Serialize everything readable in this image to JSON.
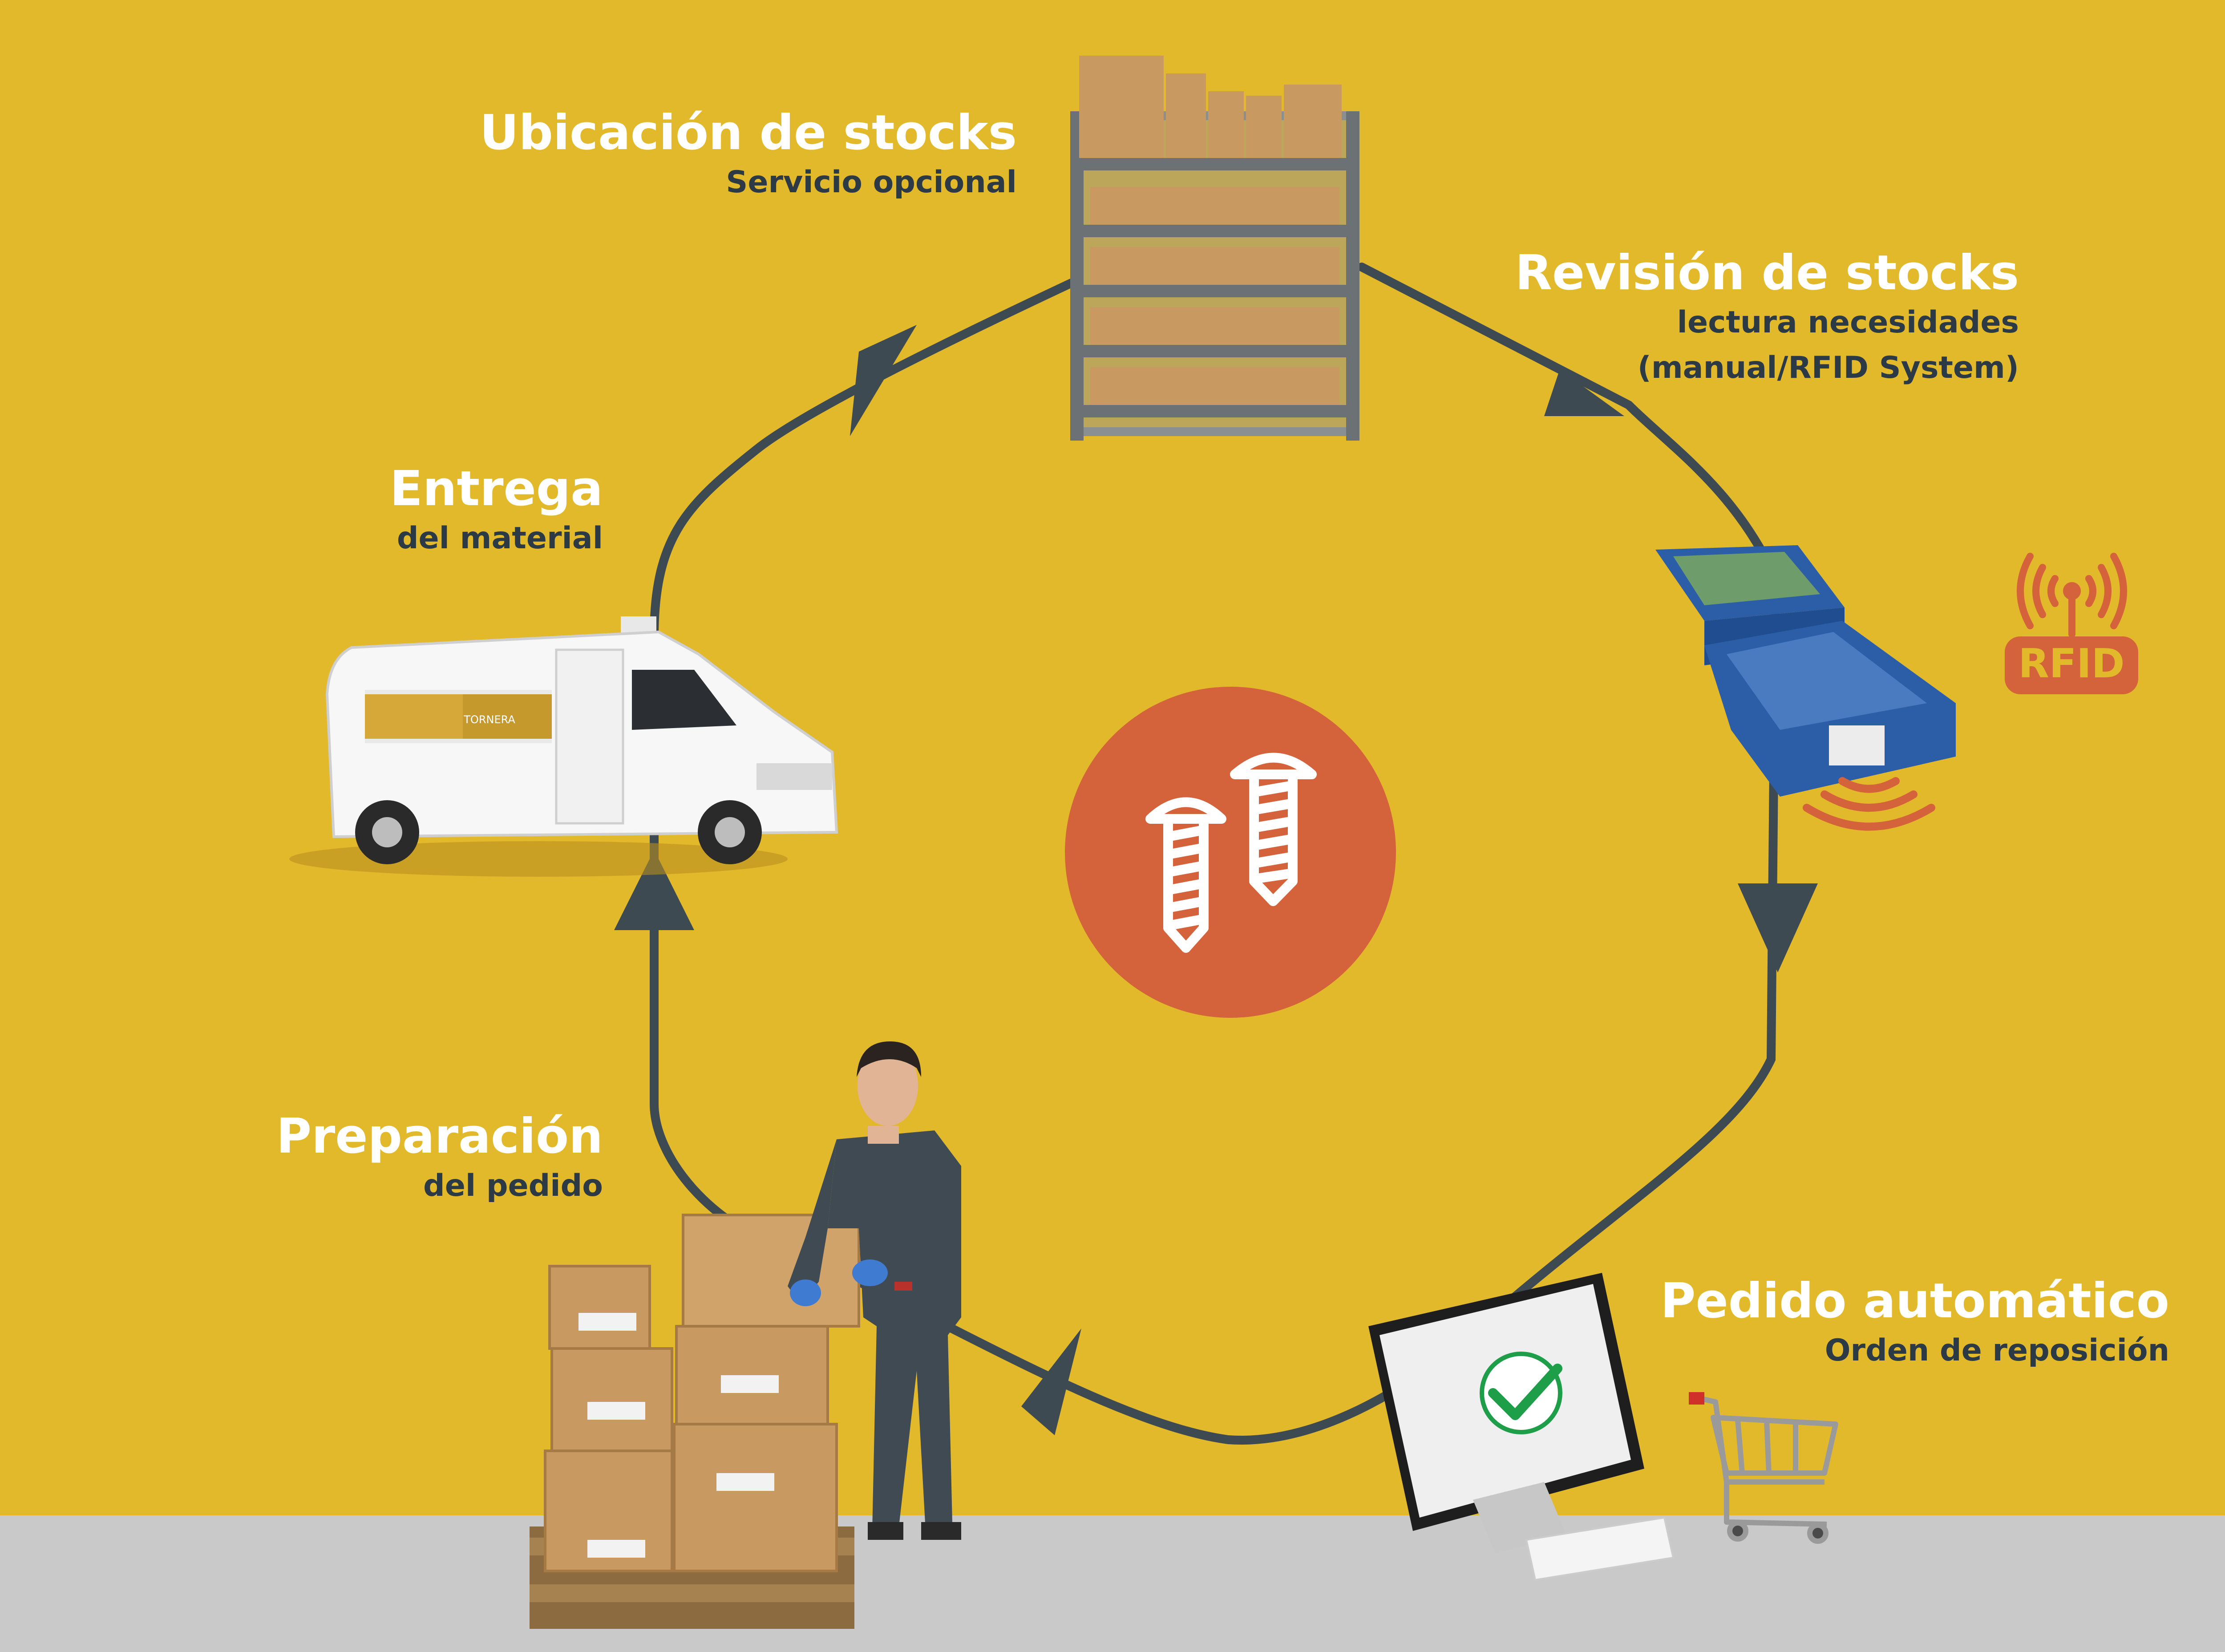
{
  "steps": {
    "ubicacion": {
      "title": "Ubicación de stocks",
      "subtitle": "Servicio opcional"
    },
    "revision": {
      "title": "Revisión de stocks",
      "subtitle_1": "lectura necesidades",
      "subtitle_2": "(manual/RFID System)"
    },
    "pedido": {
      "title": "Pedido automático",
      "subtitle": "Orden de reposición"
    },
    "preparacion": {
      "title": "Preparación",
      "subtitle": "del pedido"
    },
    "entrega": {
      "title": "Entrega",
      "subtitle": "del material"
    }
  },
  "rfid_badge": {
    "text": "RFID"
  },
  "van": {
    "logo_text": "TORNERA"
  },
  "center_icon": {
    "name": "screws-icon"
  },
  "colors": {
    "background": "#e3b92c",
    "floor": "#c9c9c9",
    "cycle_line": "#3d4a52",
    "center_circle": "#d4623a",
    "rfid": "#d4623a",
    "title_text": "#ffffff",
    "subtitle_text": "#2c3a46"
  }
}
